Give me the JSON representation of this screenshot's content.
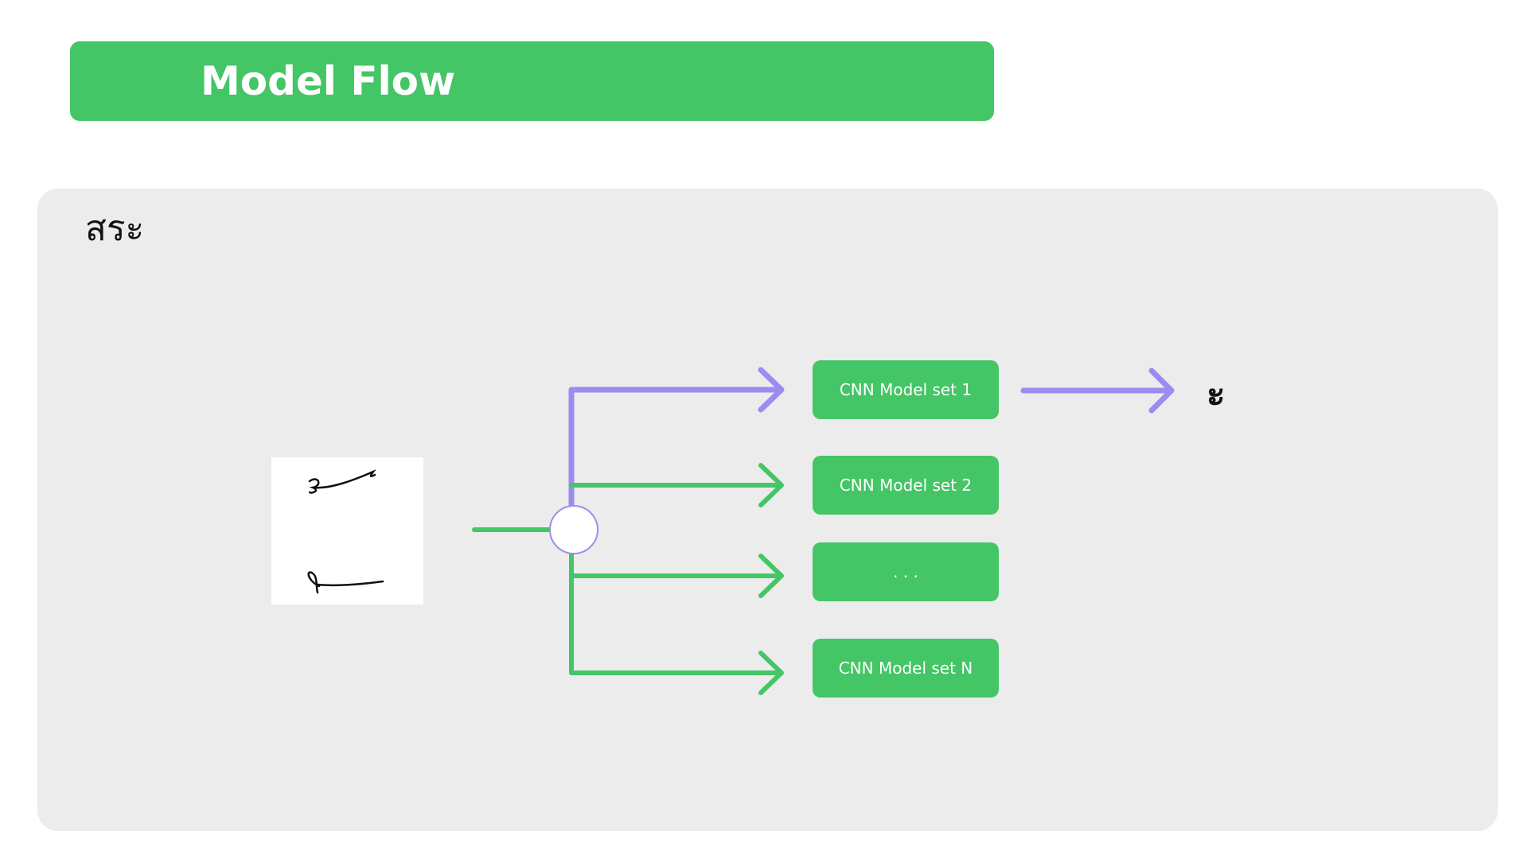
{
  "header": {
    "title": "Model Flow"
  },
  "panel": {
    "label": "สระ"
  },
  "models": [
    {
      "label": "CNN Model set 1"
    },
    {
      "label": "CNN Model set 2"
    },
    {
      "label": ". . ."
    },
    {
      "label": "CNN Model set N"
    }
  ],
  "output": {
    "label": "ะ"
  },
  "colors": {
    "accent_green": "#44c566",
    "accent_purple": "#9b8cf0",
    "panel_bg": "#ececec",
    "text_dark": "#111111"
  }
}
